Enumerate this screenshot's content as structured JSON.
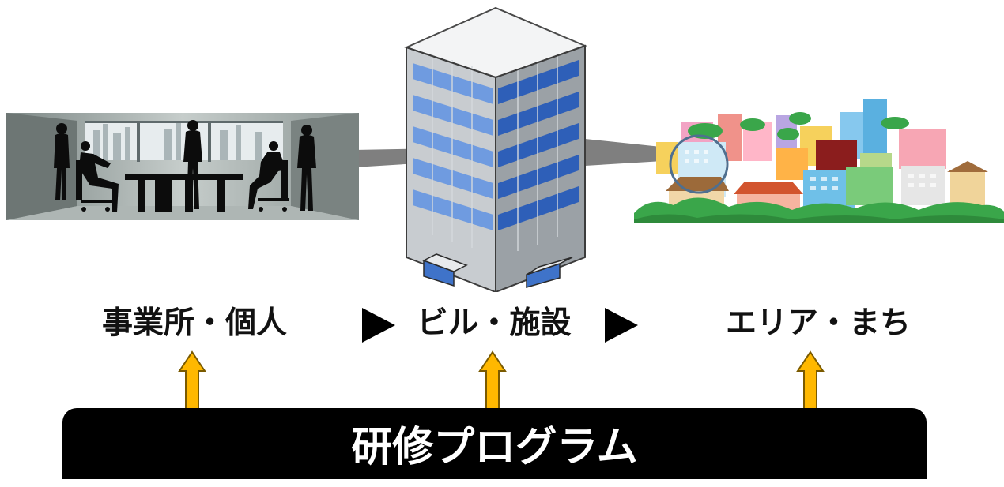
{
  "stages": [
    {
      "label": "事業所・個人",
      "illustration": "office-meeting-silhouettes"
    },
    {
      "label": "ビル・施設",
      "illustration": "office-building"
    },
    {
      "label": "エリア・まち",
      "illustration": "city-skyline"
    }
  ],
  "flow_arrow_icon": "right-triangle",
  "support_arrow_icon": "up-arrow",
  "program": {
    "label": "研修プログラム"
  },
  "colors": {
    "arrow_fill": "#FFB800",
    "arrow_stroke": "#7A5A00",
    "bar": "#000000",
    "bar_text": "#FFFFFF",
    "building_glass": "#3E6FC4",
    "connector": "#7F7F7F"
  }
}
